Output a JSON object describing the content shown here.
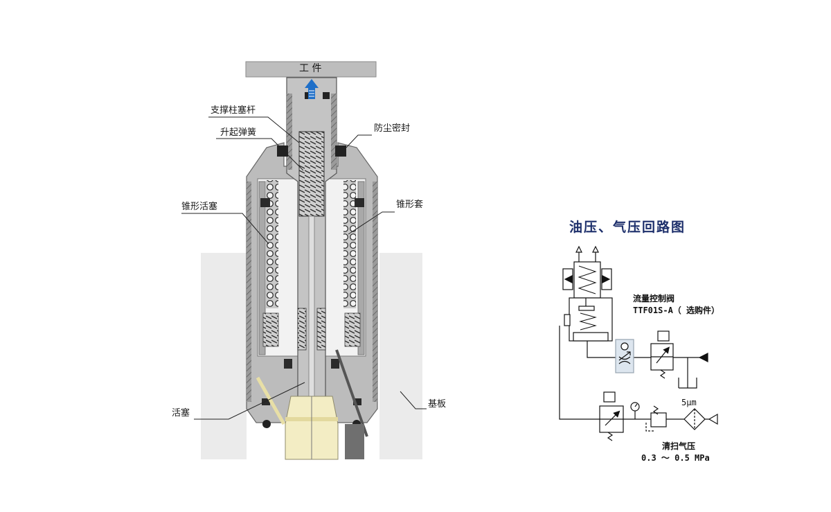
{
  "cross_section": {
    "workpiece_label": "工 件",
    "labels": {
      "support_plunger_rod": "支撑柱塞杆",
      "lift_spring": "升起弹簧",
      "dust_seal": "防尘密封",
      "cone_piston": "锥形活塞",
      "cone_sleeve": "锥形套",
      "piston": "活塞",
      "base_plate": "基板"
    }
  },
  "circuit": {
    "title": "油压、气压回路图",
    "flow_valve_label": "流量控制阀",
    "flow_valve_model": "TTF01S-A（ 选购件）",
    "filter_spec": "5μm",
    "purge_label": "清扫气压",
    "pressure_range": "0.3 ～ 0.5 MPa"
  },
  "colors": {
    "body_gray": "#b9b9b9",
    "body_dark": "#8c8c8c",
    "base_plate": "#ededed",
    "piston_cream": "#f3edc4",
    "arrow_blue": "#1f6fc8",
    "title_navy": "#1d2f6b"
  }
}
